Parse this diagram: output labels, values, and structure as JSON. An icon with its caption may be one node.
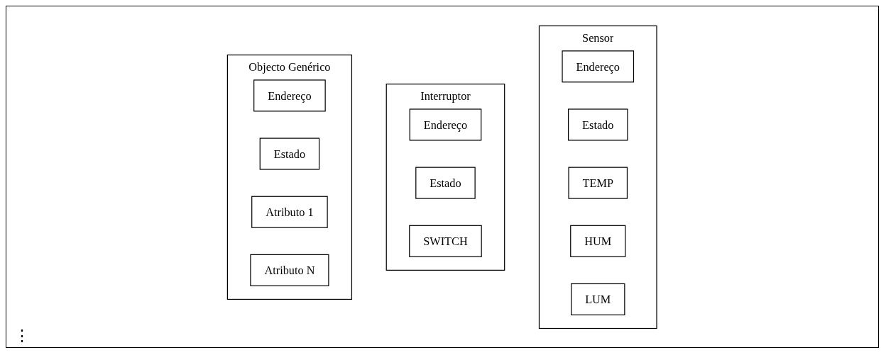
{
  "diagram": {
    "nodes": [
      {
        "text": [
          "Objecto Genérico"
        ]
      },
      {
        "text": [
          "Endereço"
        ],
        "in": 0
      },
      {
        "text": [
          "Estado"
        ],
        "in": 0
      },
      {
        "text": [
          "Atributo 1"
        ],
        "in": 0
      },
      {
        "text": [
          "Atributo N"
        ],
        "in": 0
      },
      {
        "text": [
          "Interruptor"
        ]
      },
      {
        "text": [
          "Endereço"
        ],
        "in": 5
      },
      {
        "text": [
          "Estado"
        ],
        "in": 5
      },
      {
        "text": [
          "SWITCH"
        ],
        "in": 5
      },
      {
        "text": [
          "Sensor"
        ]
      },
      {
        "text": [
          "Endereço"
        ],
        "in": 9
      },
      {
        "text": [
          "Estado"
        ],
        "in": 9
      },
      {
        "text": [
          "TEMP"
        ],
        "in": 9
      },
      {
        "text": [
          "HUM"
        ],
        "in": 9
      },
      {
        "text": [
          "LUM"
        ],
        "in": 9
      }
    ],
    "labels": [
      "⋮"
    ]
  }
}
